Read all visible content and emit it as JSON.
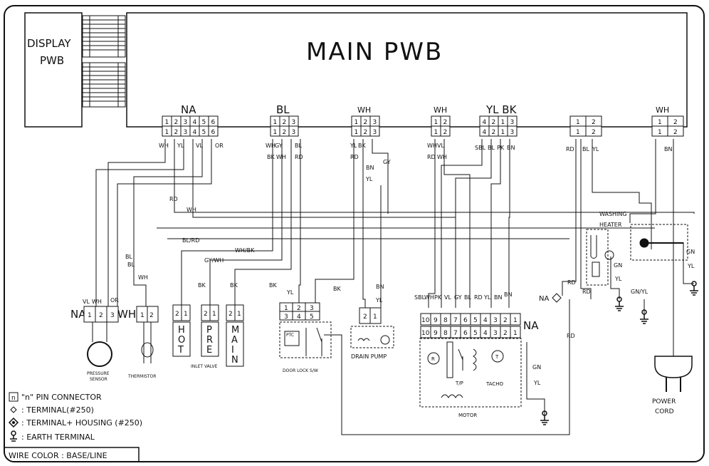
{
  "main_board": {
    "title": "MAIN PWB"
  },
  "display_board": {
    "line1": "DISPLAY",
    "line2": "PWB"
  },
  "connectors": [
    {
      "id": "na",
      "label": "NA",
      "pins_top": [
        "1",
        "2",
        "3",
        "4",
        "5",
        "6"
      ],
      "pins_bottom": [
        "1",
        "2",
        "3",
        "4",
        "5",
        "6"
      ],
      "wires": [
        "WH",
        "YL",
        "VL",
        "OR"
      ]
    },
    {
      "id": "bl",
      "label": "BL",
      "pins_top": [
        "1",
        "2",
        "3"
      ],
      "pins_bottom": [
        "1",
        "2",
        "3"
      ],
      "wires": [
        "WH",
        "GY",
        "BK",
        "WH",
        "BL",
        "RD"
      ]
    },
    {
      "id": "wh1",
      "label": "WH",
      "pins_top": [
        "1",
        "2",
        "3"
      ],
      "pins_bottom": [
        "1",
        "2",
        "3"
      ],
      "wires": [
        "YL",
        "BK",
        "RD"
      ]
    },
    {
      "id": "wh2",
      "label": "WH",
      "pins_top": [
        "1",
        "2"
      ],
      "pins_bottom": [
        "1",
        "2"
      ],
      "wires": [
        "WH",
        "VL",
        "RD",
        "WH"
      ]
    },
    {
      "id": "ylbk",
      "label": "YL BK",
      "pins_top": [
        "4",
        "2",
        "1",
        "3"
      ],
      "pins_bottom": [
        "4",
        "2",
        "1",
        "3"
      ],
      "wires": [
        "SBL",
        "BL",
        "PK",
        "BN"
      ]
    },
    {
      "id": "heater_conn",
      "label": "",
      "pins_top": [
        "1",
        "2"
      ],
      "pins_bottom": [
        "1",
        "2"
      ],
      "wires": [
        "RD",
        "BL",
        "YL"
      ]
    },
    {
      "id": "wh3",
      "label": "WH",
      "pins_top": [
        "1",
        "2"
      ],
      "pins_bottom": [
        "1",
        "2"
      ],
      "wires": [
        "BN"
      ]
    }
  ],
  "wire_labels": {
    "na_rd": "RD",
    "na_wh": "WH",
    "bl_rd": "BL/RD",
    "gy_wh": "GY/WH",
    "wh_bk": "WH/BK",
    "bk": "BK",
    "gy": "GY",
    "bn_yl": "BN",
    "yl": "YL",
    "bl": "BL",
    "rd": "RD",
    "gn_yl": "GN",
    "gn_yl2": "YL",
    "gnyl_slash": "GN/YL"
  },
  "components": {
    "pressure_sensor": {
      "label1": "PRESSURE",
      "label2": "SENSOR",
      "conn_label": "NA",
      "pins": [
        "1",
        "2",
        "3"
      ],
      "wires": [
        "VL",
        "WH",
        "OR"
      ]
    },
    "thermistor": {
      "label": "THERMISTOR",
      "conn_label": "WH",
      "pins": [
        "1",
        "2"
      ],
      "wires": [
        "BL",
        "WH"
      ]
    },
    "inlet_valve": {
      "label": "INLET VALVE",
      "valves": [
        {
          "letters": [
            "H",
            "O",
            "T"
          ],
          "pins": [
            "2",
            "1"
          ]
        },
        {
          "letters": [
            "P",
            "R",
            "E"
          ],
          "pins": [
            "2",
            "1"
          ]
        },
        {
          "letters": [
            "M",
            "A",
            "I",
            "N"
          ],
          "pins": [
            "2",
            "1"
          ]
        }
      ]
    },
    "door_lock": {
      "label": "DOOR LOCK S/W",
      "pins_top": [
        "1",
        "2",
        "3"
      ],
      "pins_bottom": [
        "3",
        "4",
        "5"
      ],
      "ptc": "PTC"
    },
    "drain_pump": {
      "label": "DRAIN PUMP",
      "pins": [
        "2",
        "1"
      ]
    },
    "motor": {
      "label": "MOTOR",
      "conn_label": "NA",
      "pins": [
        "10",
        "9",
        "8",
        "7",
        "6",
        "5",
        "4",
        "3",
        "2",
        "1"
      ],
      "wires": [
        "SBL",
        "WH",
        "PK",
        "VL",
        "GY",
        "BL",
        "RD",
        "YL",
        "BN"
      ],
      "tp": "T/P",
      "tacho": "TACHO",
      "r": "R",
      "t": "T"
    },
    "washing_heater": {
      "line1": "WASHING",
      "line2": "HEATER"
    },
    "terminal_na": {
      "label": "NA"
    },
    "power_cord": {
      "line1": "POWER",
      "line2": "CORD"
    }
  },
  "legend": {
    "pin_connector": "\"n\" PIN CONNECTOR",
    "pin_box": "n",
    "terminal": ": TERMINAL(#250)",
    "terminal_housing": ": TERMINAL+ HOUSING (#250)",
    "earth": ": EARTH TERMINAL",
    "wire_color": "WIRE COLOR : BASE/LINE"
  }
}
